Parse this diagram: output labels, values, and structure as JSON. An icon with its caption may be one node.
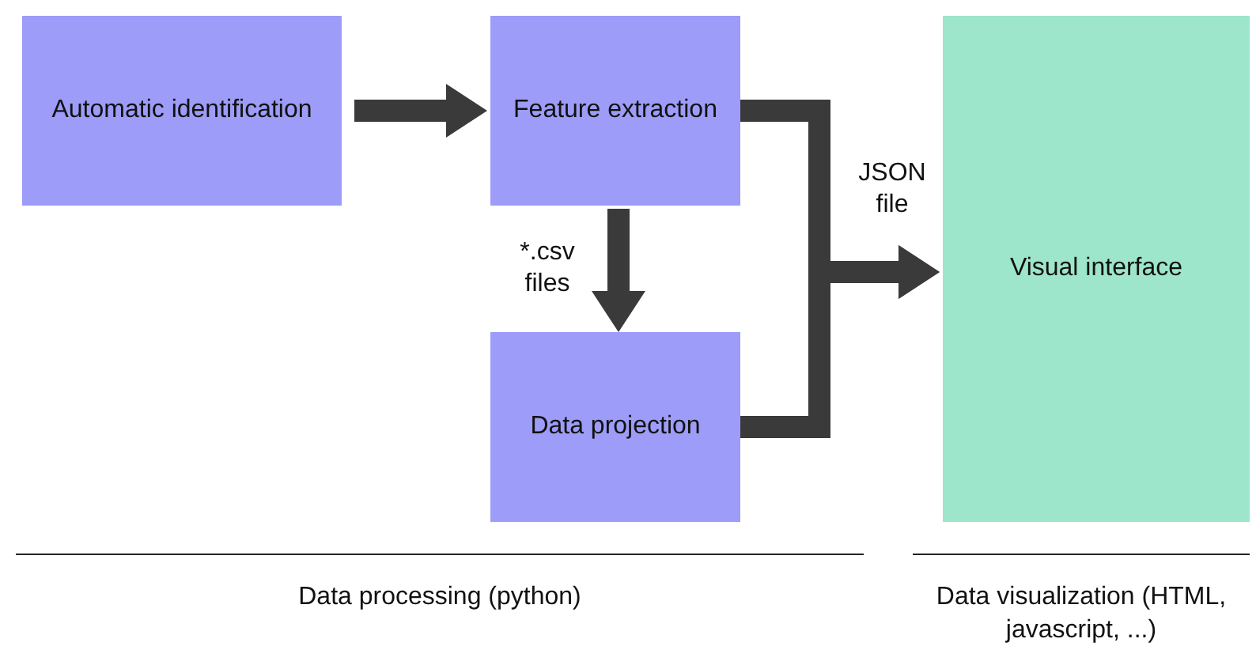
{
  "diagram": {
    "nodes": [
      {
        "text": [
          "Automatic identification"
        ]
      },
      {
        "text": [
          "Feature extraction"
        ]
      },
      {
        "text": [
          "Data projection"
        ]
      },
      {
        "text": [
          "Visual interface"
        ]
      }
    ],
    "edges": [
      {
        "from": 0,
        "to": 1,
        "arrow": "to"
      },
      {
        "from": 1,
        "to": 2,
        "arrow": "to",
        "label": "*.csv files"
      },
      {
        "from": 1,
        "to": 3,
        "arrow": "to",
        "label": "JSON file"
      },
      {
        "from": 2,
        "to": 3,
        "arrow": "to"
      }
    ],
    "labels": [
      "Data processing (python)",
      "Data visualization (HTML, javascript, ...)"
    ]
  }
}
